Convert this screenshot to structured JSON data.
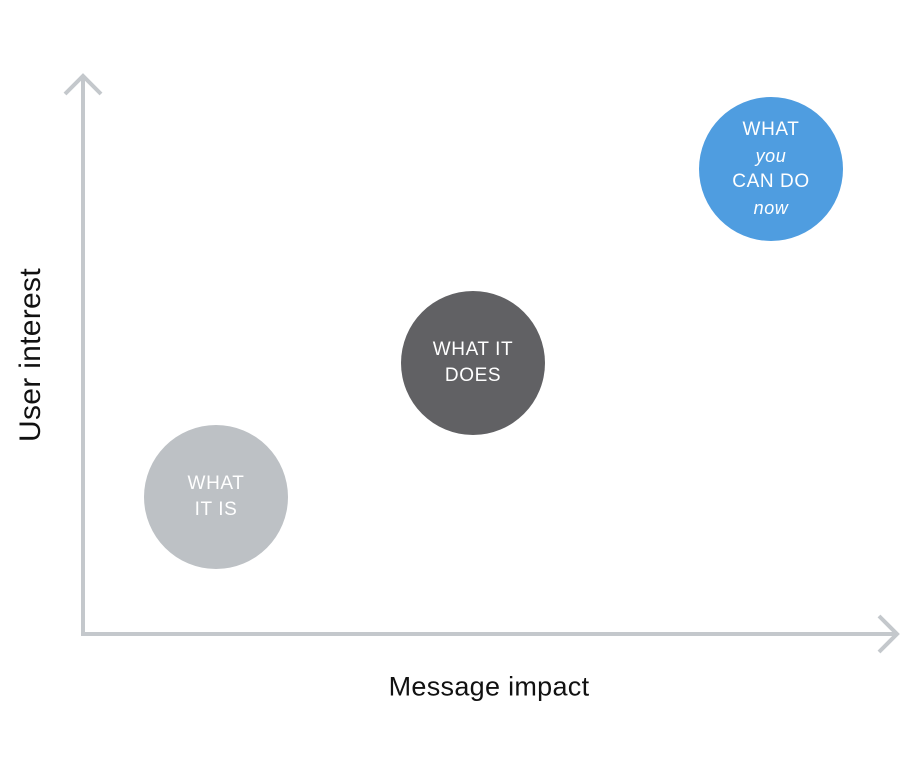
{
  "axes": {
    "y_label": "User interest",
    "x_label": "Message impact",
    "color": "#c4c8cc"
  },
  "bubbles": [
    {
      "lines": [
        "WHAT",
        "IT IS"
      ],
      "color": "#bdc1c5",
      "text_color": "#ffffff"
    },
    {
      "lines": [
        "WHAT IT",
        "DOES"
      ],
      "color": "#616164",
      "text_color": "#ffffff"
    },
    {
      "lines": [
        "WHAT",
        "you",
        "CAN DO",
        "now"
      ],
      "color": "#4f9de0",
      "text_color": "#ffffff"
    }
  ]
}
